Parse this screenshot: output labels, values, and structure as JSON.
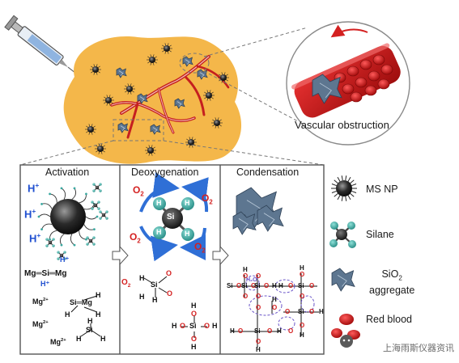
{
  "callout": {
    "label": "Vascular obstruction"
  },
  "panels": {
    "activation": {
      "title": "Activation",
      "h_plus": "H",
      "plus": "+",
      "chem": {
        "mg_si_mg": "Mg═Si═Mg",
        "mg2": "Mg",
        "mg2_charge": "2+",
        "si_mg": "Si═Mg",
        "si": "Si",
        "h": "H",
        "h_plus_small": "H⁺"
      }
    },
    "deoxygenation": {
      "title": "Deoxygenation",
      "o2": "O",
      "o2_sub": "2",
      "si": "Si",
      "h": "H",
      "o": "O"
    },
    "condensation": {
      "title": "Condensation",
      "si": "Si",
      "o": "O",
      "h": "H",
      "h2o": "H₂O"
    }
  },
  "legend": {
    "ms_np": "MS NP",
    "silane": "Silane",
    "sio2_a": "SiO",
    "sio2_sub": "2",
    "sio2_b": "aggregate",
    "red_blood": "Red blood"
  },
  "watermark": "上海雨斯仪器资讯",
  "colors": {
    "tumor": "#f4b74a",
    "vessel": "#cc2020",
    "oxygen": "#d42020",
    "hydrogen": "#1f4fd0",
    "arrow_blue": "#2f6fd6",
    "silicon": "#2b2b2b",
    "hydrogen_ball": "#3aa8a0"
  },
  "icons": [
    "syringe-icon",
    "nanoparticle-icon",
    "silane-molecule-icon",
    "sio2-aggregate-icon",
    "red-blood-cell-icon",
    "arrow-right-icon",
    "wechat-icon"
  ]
}
